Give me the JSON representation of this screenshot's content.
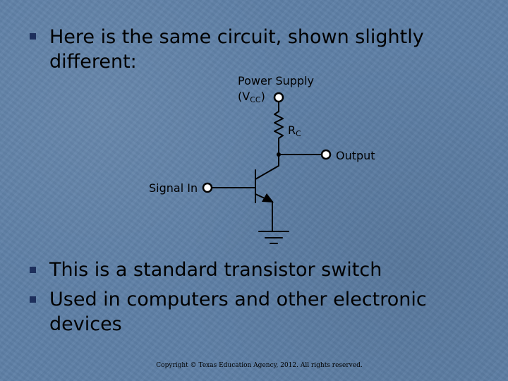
{
  "bullets": [
    {
      "text": "Here is the same circuit, shown slightly different:"
    },
    {
      "text": "This is a standard transistor switch"
    },
    {
      "text": "Used in computers and other electronic devices"
    }
  ],
  "diagram": {
    "power_supply": "Power Supply",
    "vcc_open": "(V",
    "vcc_sub": "CC",
    "vcc_close": ")",
    "rc_main": "R",
    "rc_sub": "C",
    "output": "Output",
    "signal_in": "Signal In"
  },
  "copyright": "Copyright © Texas Education Agency, 2012. All rights reserved.",
  "colors": {
    "background": "#5e7fa6",
    "bullet": "#1d2f5c",
    "wire": "#000000",
    "terminal_fill": "#ffffff"
  }
}
